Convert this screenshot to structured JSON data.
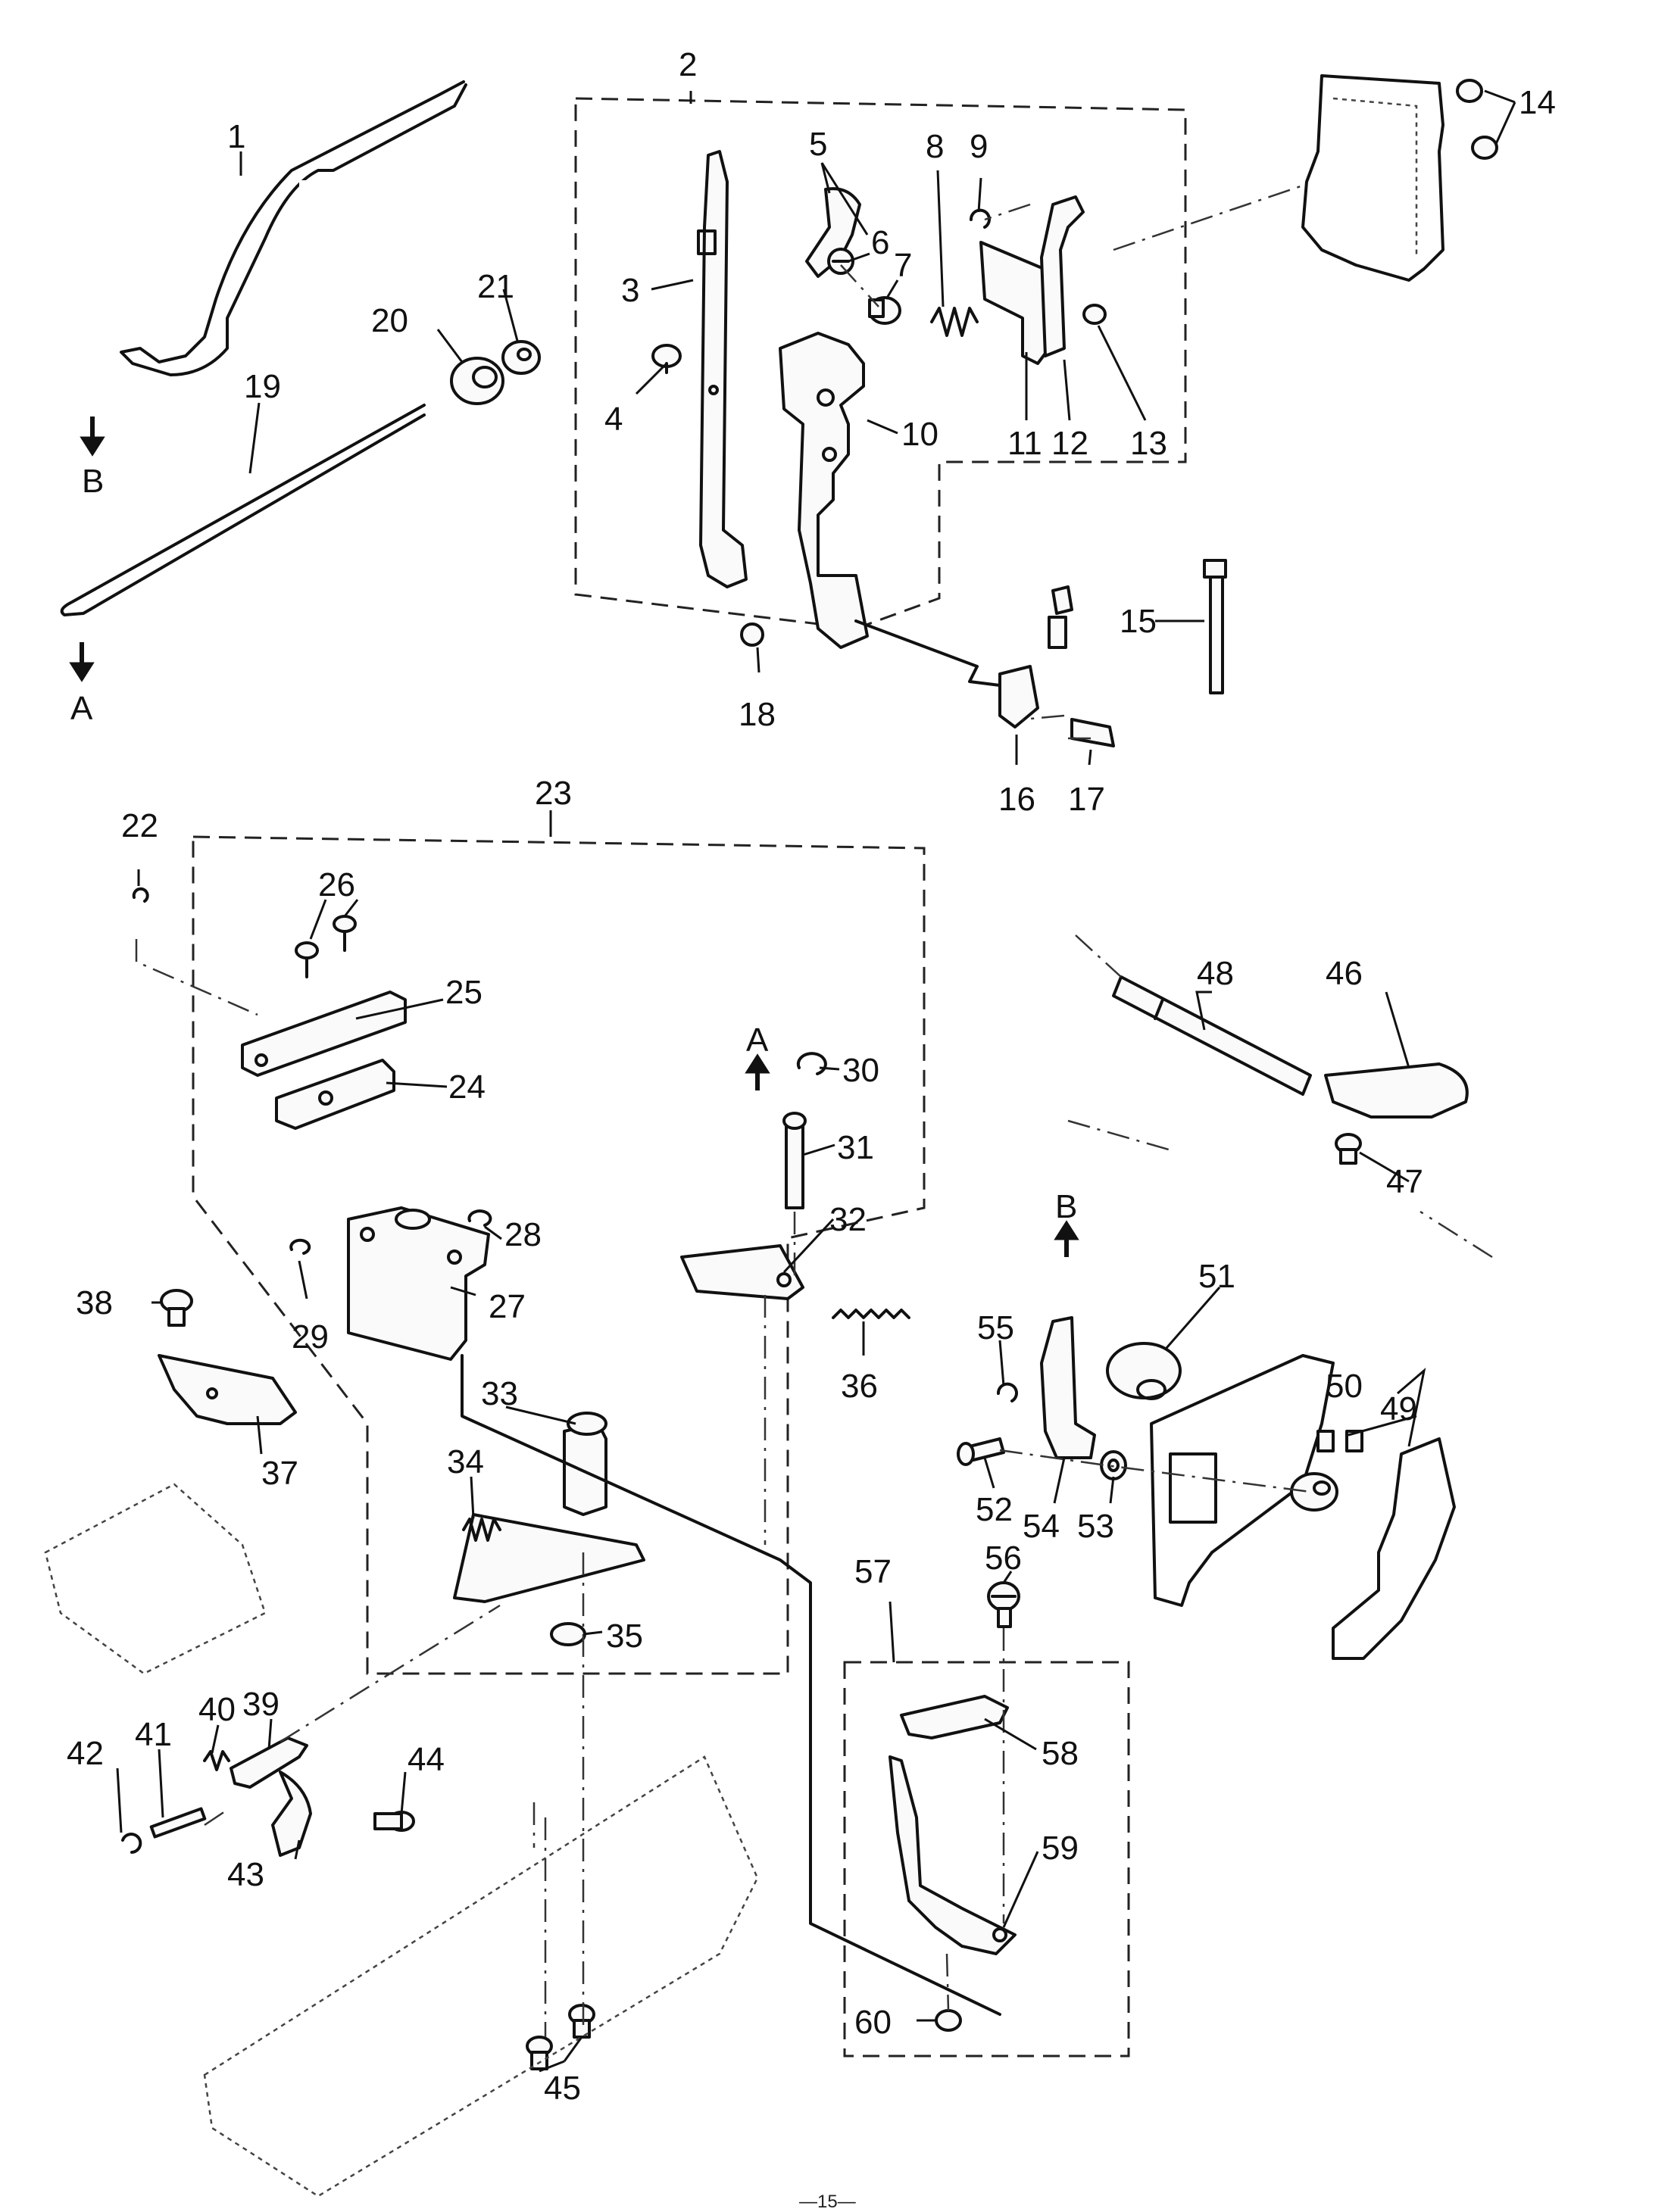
{
  "page_number": "—15—",
  "callouts": [
    "1",
    "2",
    "3",
    "4",
    "5",
    "6",
    "7",
    "8",
    "9",
    "10",
    "11",
    "12",
    "13",
    "14",
    "15",
    "16",
    "17",
    "18",
    "19",
    "20",
    "21",
    "22",
    "23",
    "24",
    "25",
    "26",
    "27",
    "28",
    "29",
    "30",
    "31",
    "32",
    "33",
    "34",
    "35",
    "36",
    "37",
    "38",
    "39",
    "40",
    "41",
    "42",
    "43",
    "44",
    "45",
    "46",
    "47",
    "48",
    "49",
    "50",
    "51",
    "52",
    "53",
    "54",
    "55",
    "56",
    "57",
    "58",
    "59",
    "60"
  ],
  "direction_letters": {
    "b_down": "B",
    "a_down": "A",
    "a_up": "A",
    "b_up": "B"
  }
}
